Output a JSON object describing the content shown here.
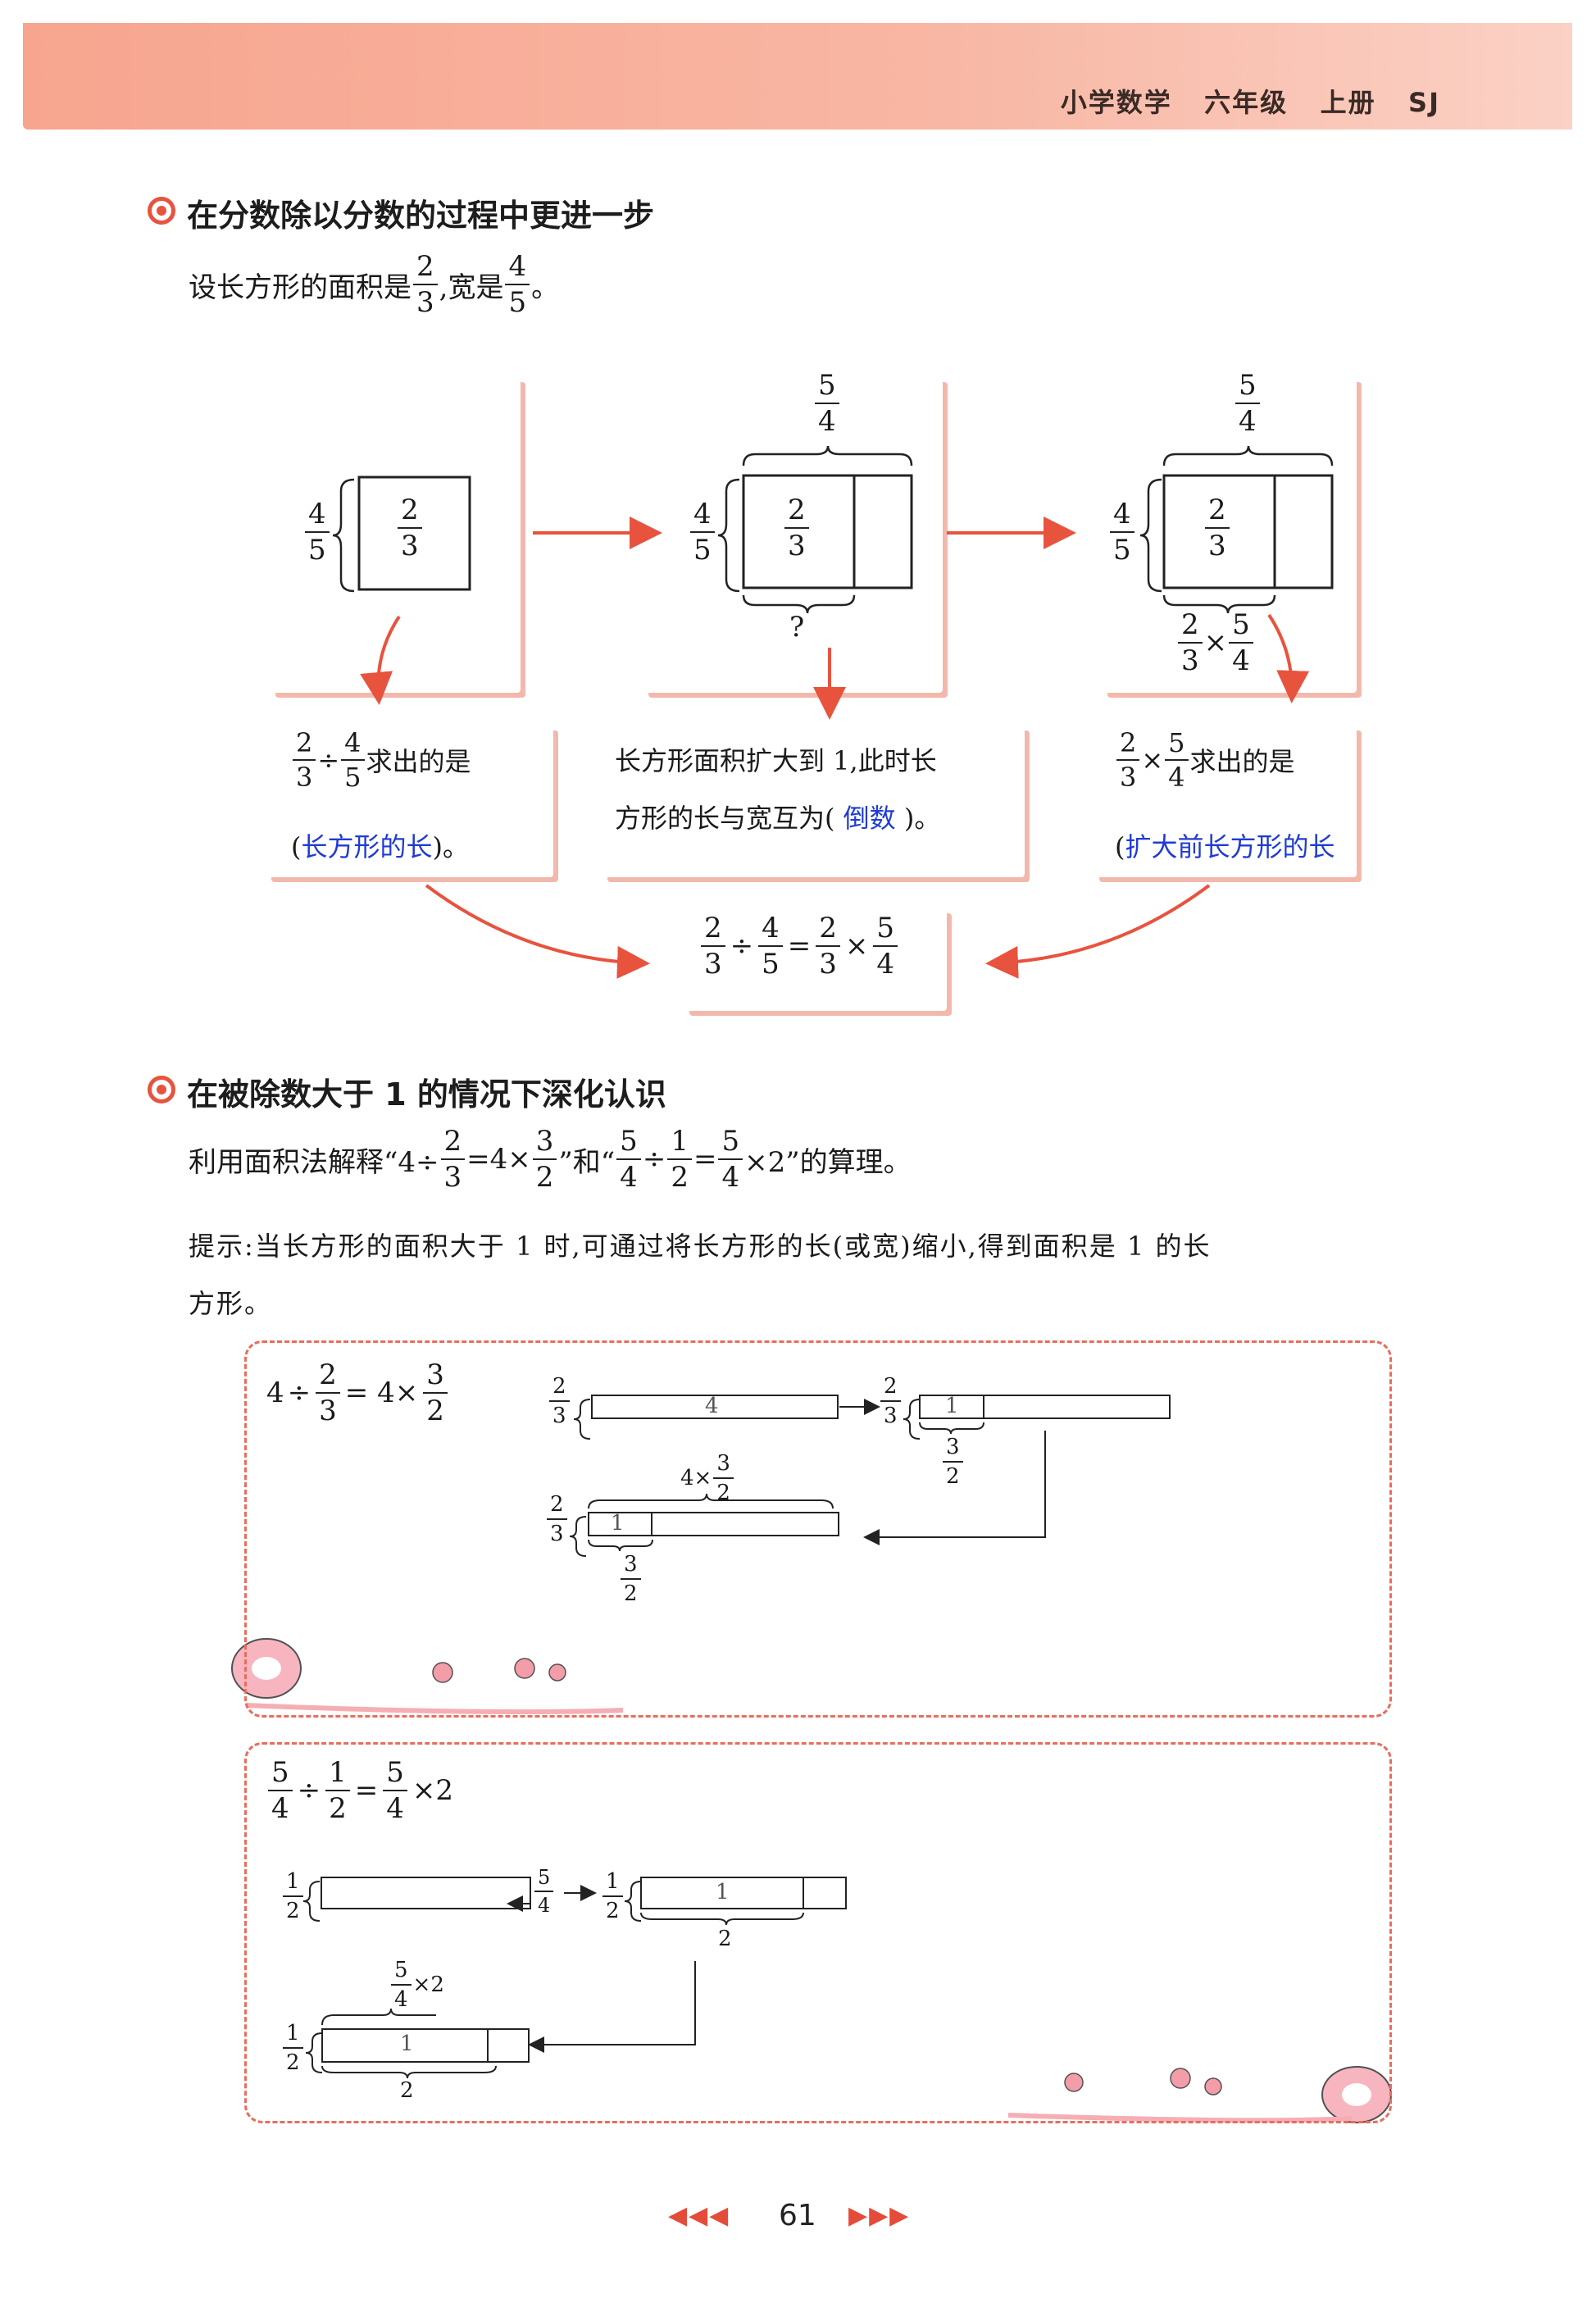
{
  "header": {
    "subject": "小学数学",
    "grade": "六年级",
    "volume": "上册",
    "edition": "SJ"
  },
  "section1": {
    "title": "在分数除以分数的过程中更进一步",
    "intro_prefix": "设长方形的面积是",
    "intro_mid": ",宽是",
    "intro_suffix": "。",
    "box1": {
      "after": "求出的是",
      "paren_open": "(",
      "answer": "长方形的长",
      "paren_close": ")。"
    },
    "box2": {
      "line1": "长方形面积扩大到 1,此时长",
      "line2_prefix": "方形的长与宽互为(",
      "answer": "倒数",
      "line2_suffix": ")。"
    },
    "box3": {
      "after": "求出的是",
      "paren_open": "(",
      "answer": "扩大前长方形的长"
    },
    "question_mark": "?"
  },
  "section2": {
    "title": "在被除数大于 1 的情况下深化认识",
    "line1_prefix": "利用面积法解释“4÷",
    "line1_mid1": "=4×",
    "line1_mid2": "”和“",
    "line1_mid3": "÷",
    "line1_mid4": "=",
    "line1_suffix": "×2”的算理。",
    "hint_line1": "提示:当长方形的面积大于 1 时,可通过将长方形的长(或宽)缩小,得到面积是 1 的长",
    "hint_line2": "方形。"
  },
  "fractions": {
    "two_thirds": {
      "n": "2",
      "d": "3"
    },
    "four_fifths": {
      "n": "4",
      "d": "5"
    },
    "five_fourths": {
      "n": "5",
      "d": "4"
    },
    "three_halves": {
      "n": "3",
      "d": "2"
    },
    "one_half": {
      "n": "1",
      "d": "2"
    }
  },
  "labels": {
    "four": "4",
    "one": "1",
    "two": "2",
    "four_times": "4×",
    "times_two": "×2",
    "div": "÷",
    "times": "×",
    "eq": "=",
    "eq_times": "= 4×",
    "eq_sp": "="
  },
  "footer": {
    "page_number": "61",
    "prev": "◀◀◀",
    "next": "▶▶▶"
  },
  "colors": {
    "accent": "#e8533e",
    "answer_blue": "#1f3bd6",
    "shadow": "#f3b8ac"
  }
}
